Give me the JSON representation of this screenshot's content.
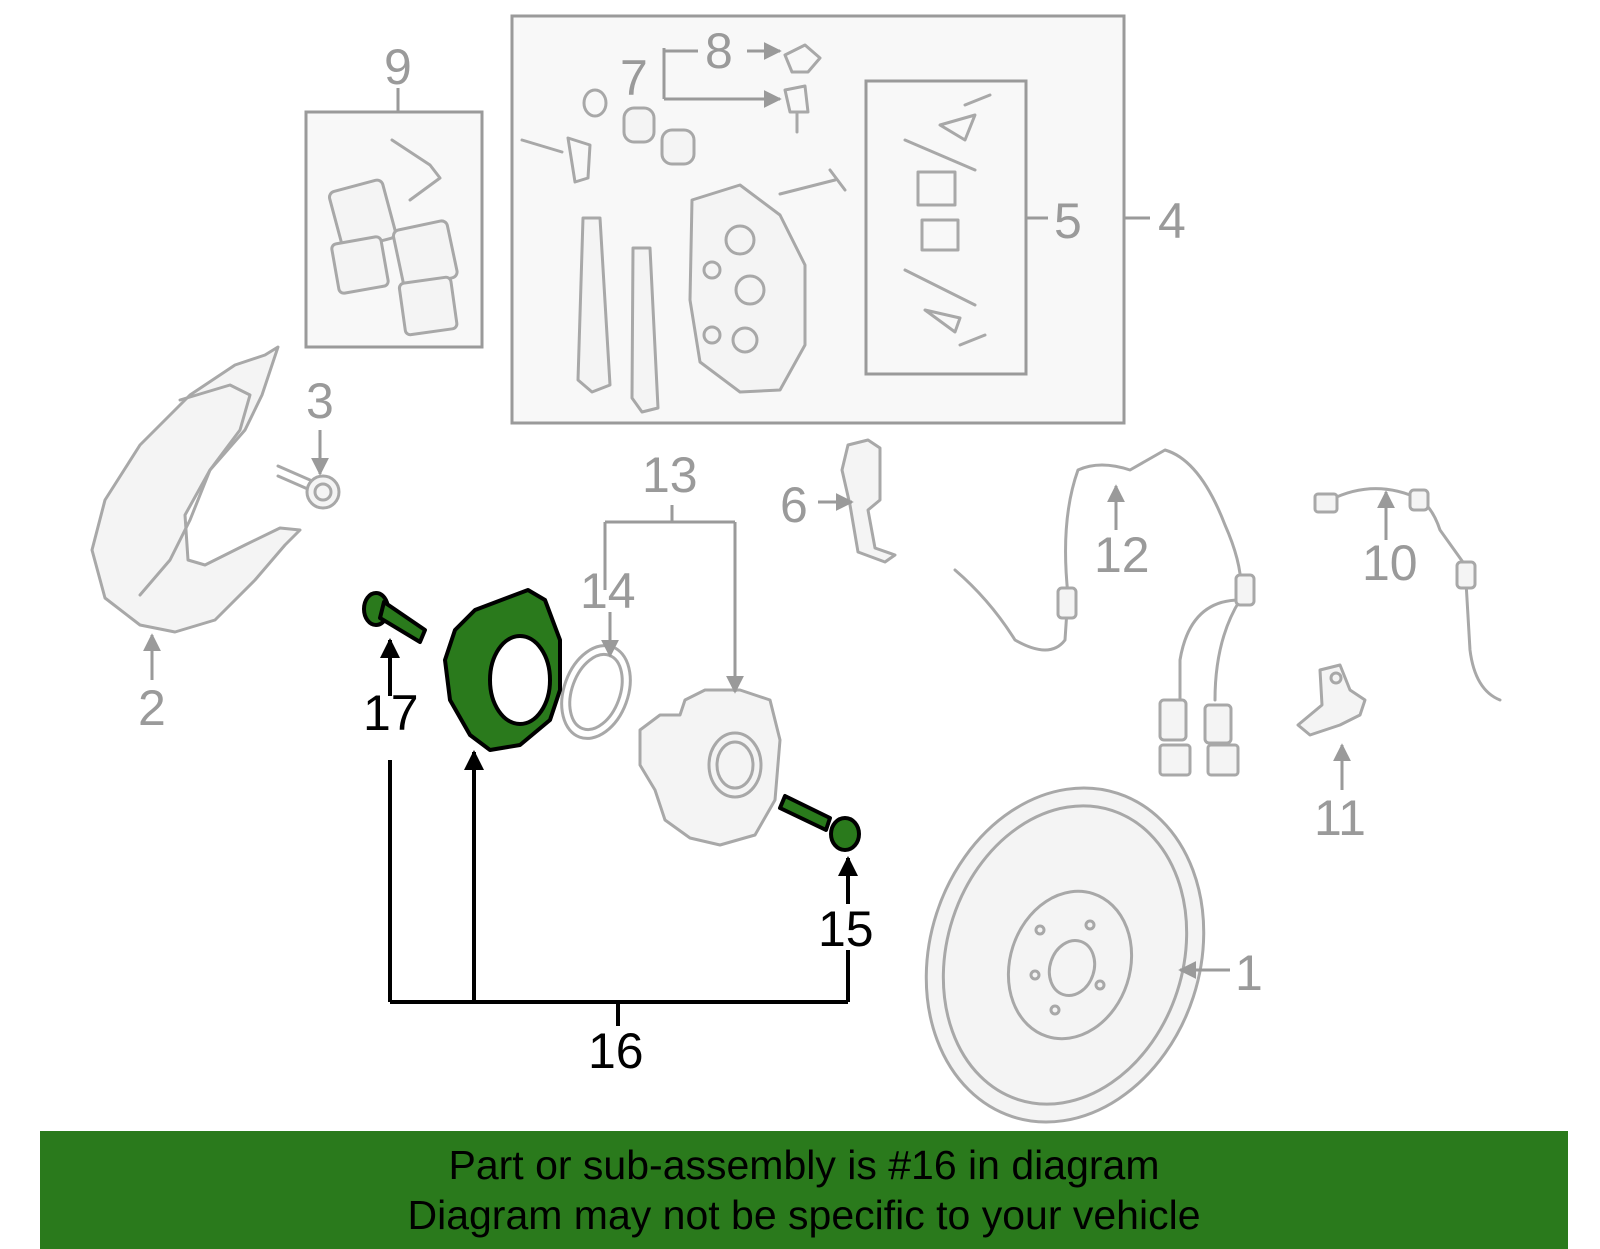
{
  "colors": {
    "highlight": "#2a7a1c",
    "part_stroke": "#a8a8a8",
    "label": "#9a9a9a",
    "banner_bg": "#2a7a1c"
  },
  "callouts": {
    "c1": "1",
    "c2": "2",
    "c3": "3",
    "c4": "4",
    "c5": "5",
    "c6": "6",
    "c7": "7",
    "c8": "8",
    "c9": "9",
    "c10": "10",
    "c11": "11",
    "c12": "12",
    "c13": "13",
    "c14": "14",
    "c15": "15",
    "c16": "16",
    "c17": "17"
  },
  "highlighted_parts": [
    "15",
    "16",
    "17"
  ],
  "banner": {
    "line1": "Part or sub-assembly is #16 in diagram",
    "line2": "Diagram may not be specific to your vehicle"
  }
}
